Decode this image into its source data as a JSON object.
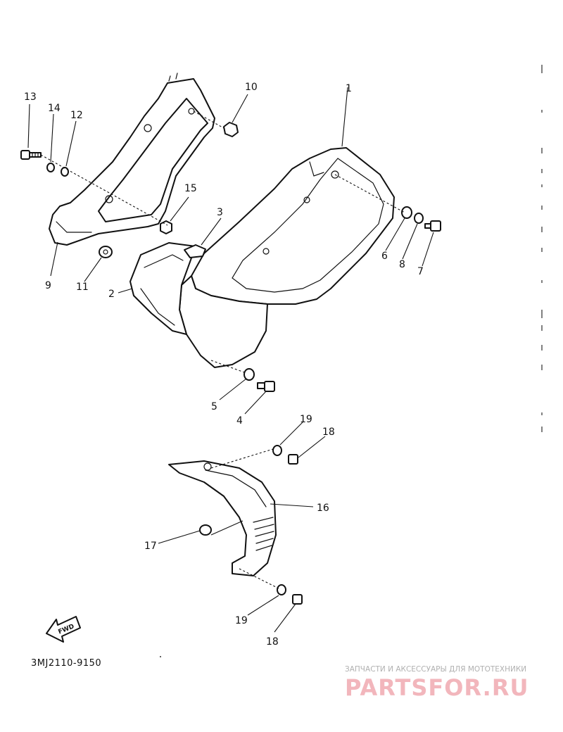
{
  "diagram": {
    "catalog_code": "3MJ2110-9150",
    "fwd_label": "FWD",
    "part_labels": [
      {
        "num": "13"
      },
      {
        "num": "14"
      },
      {
        "num": "12"
      },
      {
        "num": "10"
      },
      {
        "num": "1"
      },
      {
        "num": "15"
      },
      {
        "num": "3"
      },
      {
        "num": "9"
      },
      {
        "num": "11"
      },
      {
        "num": "2"
      },
      {
        "num": "6"
      },
      {
        "num": "8"
      },
      {
        "num": "7"
      },
      {
        "num": "5"
      },
      {
        "num": "4"
      },
      {
        "num": "19"
      },
      {
        "num": "18"
      },
      {
        "num": "16"
      },
      {
        "num": "17"
      },
      {
        "num": "19"
      },
      {
        "num": "18"
      }
    ]
  },
  "watermark": {
    "tagline": "ЗАПЧАСТИ И АКСЕССУАРЫ ДЛЯ МОТОТЕХНИКИ",
    "brand": "PARTSFOR.RU"
  }
}
